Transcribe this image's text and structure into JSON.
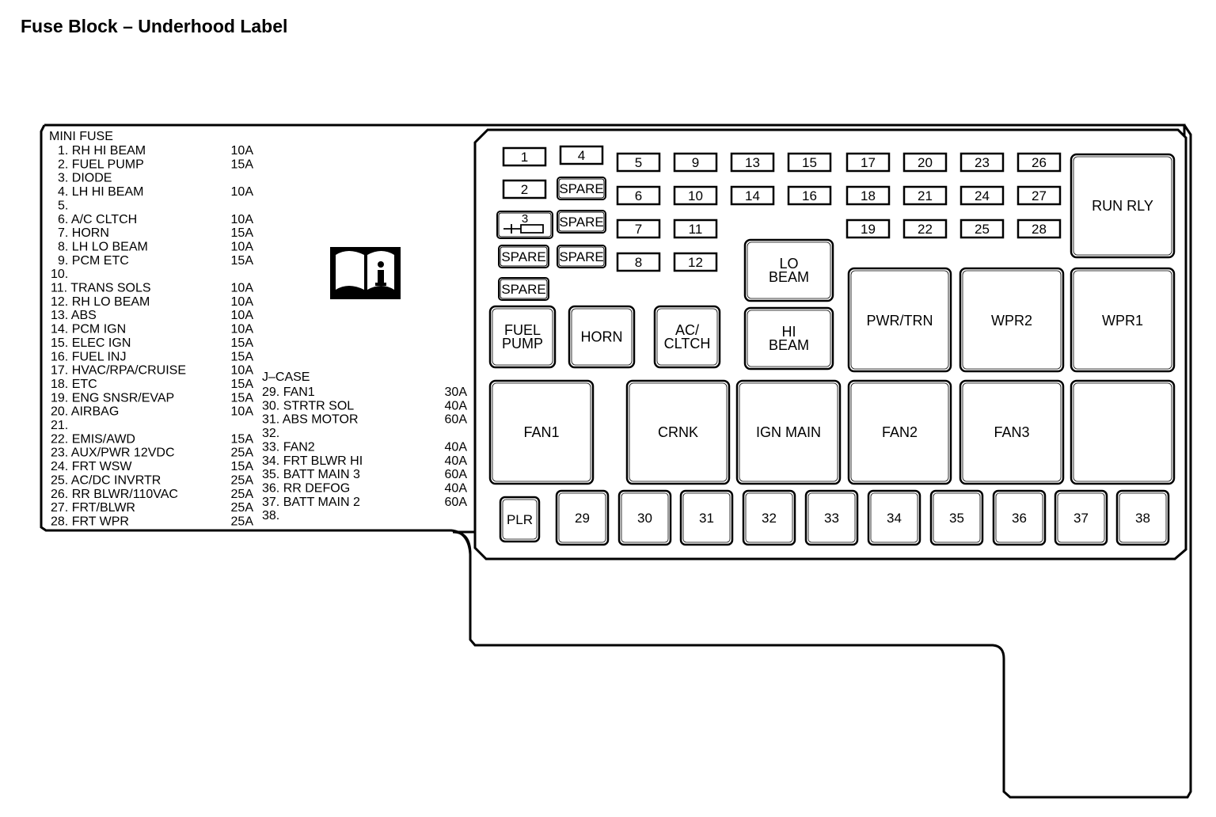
{
  "title": "Fuse Block – Underhood Label",
  "mini_fuse": {
    "heading": "MINI FUSE",
    "entries": [
      {
        "label": "1. RH HI BEAM",
        "amp": "10A"
      },
      {
        "label": "2. FUEL PUMP",
        "amp": "15A"
      },
      {
        "label": "3. DIODE",
        "amp": ""
      },
      {
        "label": "4. LH HI BEAM",
        "amp": "10A"
      },
      {
        "label": "5.",
        "amp": ""
      },
      {
        "label": "6. A/C CLTCH",
        "amp": "10A"
      },
      {
        "label": "7. HORN",
        "amp": "15A"
      },
      {
        "label": "8. LH LO BEAM",
        "amp": "10A"
      },
      {
        "label": "9. PCM ETC",
        "amp": "15A"
      },
      {
        "label": "10.",
        "amp": ""
      },
      {
        "label": "11. TRANS SOLS",
        "amp": "10A"
      },
      {
        "label": "12. RH LO BEAM",
        "amp": "10A"
      },
      {
        "label": "13. ABS",
        "amp": "10A"
      },
      {
        "label": "14. PCM IGN",
        "amp": "10A"
      },
      {
        "label": "15. ELEC IGN",
        "amp": "15A"
      },
      {
        "label": "16. FUEL INJ",
        "amp": "15A"
      },
      {
        "label": "17. HVAC/RPA/CRUISE",
        "amp": "10A"
      },
      {
        "label": "18. ETC",
        "amp": "15A"
      },
      {
        "label": "19. ENG SNSR/EVAP",
        "amp": "15A"
      },
      {
        "label": "20. AIRBAG",
        "amp": "10A"
      },
      {
        "label": "21.",
        "amp": ""
      },
      {
        "label": "22. EMIS/AWD",
        "amp": "15A"
      },
      {
        "label": "23. AUX/PWR 12VDC",
        "amp": "25A"
      },
      {
        "label": "24. FRT WSW",
        "amp": "15A"
      },
      {
        "label": "25. AC/DC INVRTR",
        "amp": "25A"
      },
      {
        "label": "26. RR BLWR/110VAC",
        "amp": "25A"
      },
      {
        "label": "27. FRT/BLWR",
        "amp": "25A"
      },
      {
        "label": "28. FRT WPR",
        "amp": "25A"
      }
    ]
  },
  "j_case": {
    "heading": "J–CASE",
    "entries": [
      {
        "label": "29. FAN1",
        "amp": "30A"
      },
      {
        "label": "30. STRTR SOL",
        "amp": "40A"
      },
      {
        "label": "31. ABS MOTOR",
        "amp": "60A"
      },
      {
        "label": "32.",
        "amp": ""
      },
      {
        "label": "33. FAN2",
        "amp": "40A"
      },
      {
        "label": "34. FRT BLWR HI",
        "amp": "40A"
      },
      {
        "label": "35. BATT MAIN 3",
        "amp": "60A"
      },
      {
        "label": "36. RR DEFOG",
        "amp": "40A"
      },
      {
        "label": "37. BATT MAIN 2",
        "amp": "60A"
      },
      {
        "label": "38.",
        "amp": ""
      }
    ]
  },
  "info_icon": "owner-manual-info-icon",
  "mini_slots": [
    "1",
    "4",
    "2",
    "SPARE",
    "3",
    "SPARE",
    "SPARE",
    "SPARE",
    "SPARE",
    "5",
    "9",
    "13",
    "15",
    "17",
    "20",
    "23",
    "26",
    "6",
    "10",
    "14",
    "16",
    "18",
    "21",
    "24",
    "27",
    "7",
    "11",
    "19",
    "22",
    "25",
    "28",
    "8",
    "12"
  ],
  "relays": [
    {
      "lines": [
        "FUEL",
        "PUMP"
      ]
    },
    {
      "lines": [
        "HORN"
      ]
    },
    {
      "lines": [
        "AC/",
        "CLTCH"
      ]
    },
    {
      "lines": [
        "LO",
        "BEAM"
      ]
    },
    {
      "lines": [
        "HI",
        "BEAM"
      ]
    },
    {
      "lines": [
        "RUN RLY"
      ]
    },
    {
      "lines": [
        "PWR/TRN"
      ]
    },
    {
      "lines": [
        "WPR2"
      ]
    },
    {
      "lines": [
        "WPR1"
      ]
    },
    {
      "lines": [
        "FAN1"
      ]
    },
    {
      "lines": [
        "CRNK"
      ]
    },
    {
      "lines": [
        "IGN MAIN"
      ]
    },
    {
      "lines": [
        "FAN2"
      ]
    },
    {
      "lines": [
        "FAN3"
      ]
    },
    {
      "lines": [
        ""
      ]
    }
  ],
  "jcase_slots": [
    "PLR",
    "29",
    "30",
    "31",
    "32",
    "33",
    "34",
    "35",
    "36",
    "37",
    "38"
  ]
}
